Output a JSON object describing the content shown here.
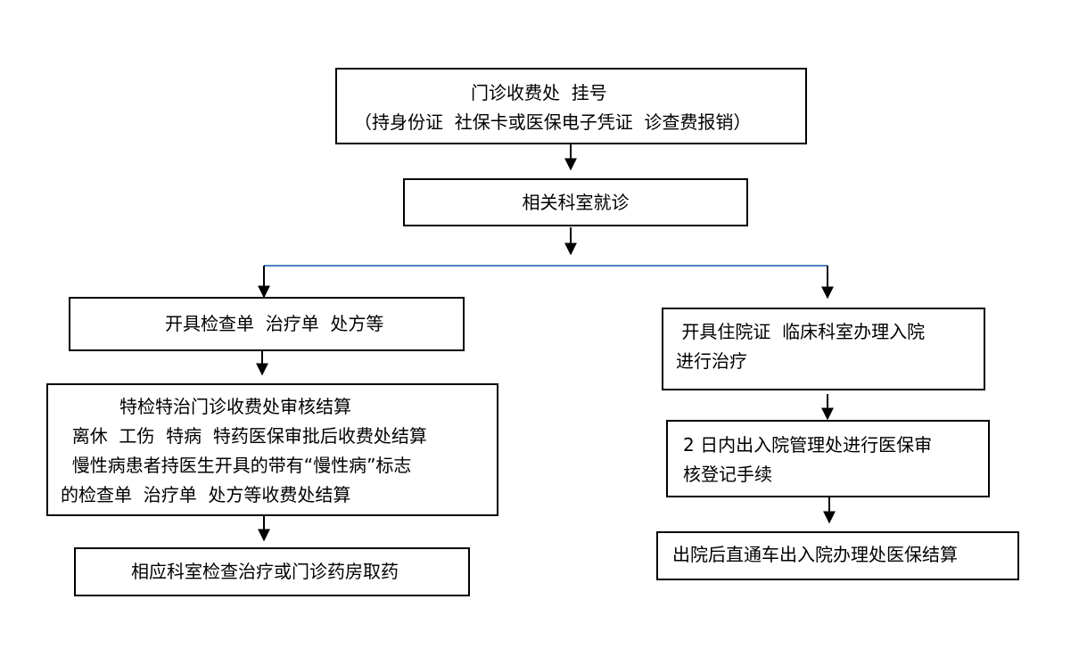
{
  "flow": {
    "registration": {
      "line1": "门诊收费处  挂号",
      "line2": "（持身份证  社保卡或医保电子凭证  诊查费报销）"
    },
    "department_visit": "相关科室就诊",
    "outpatient": {
      "orders": "开具检查单  治疗单  处方等",
      "settlement": [
        "特检特治门诊收费处审核结算",
        "  离休  工伤  特病  特药医保审批后收费处结算",
        "  慢性病患者持医生开具的带有“慢性病”标志",
        "的检查单  治疗单  处方等收费处结算"
      ],
      "final": "相应科室检查治疗或门诊药房取药"
    },
    "inpatient": {
      "admission": [
        " 开具住院证  临床科室办理入院",
        "进行治疗"
      ],
      "registration": [
        "2 日内出入院管理处进行医保审",
        "核登记手续"
      ],
      "discharge": "出院后直通车出入院办理处医保结算"
    }
  },
  "colors": {
    "branch_line": "#4f81bd",
    "arrow": "#000000",
    "border": "#000000"
  }
}
